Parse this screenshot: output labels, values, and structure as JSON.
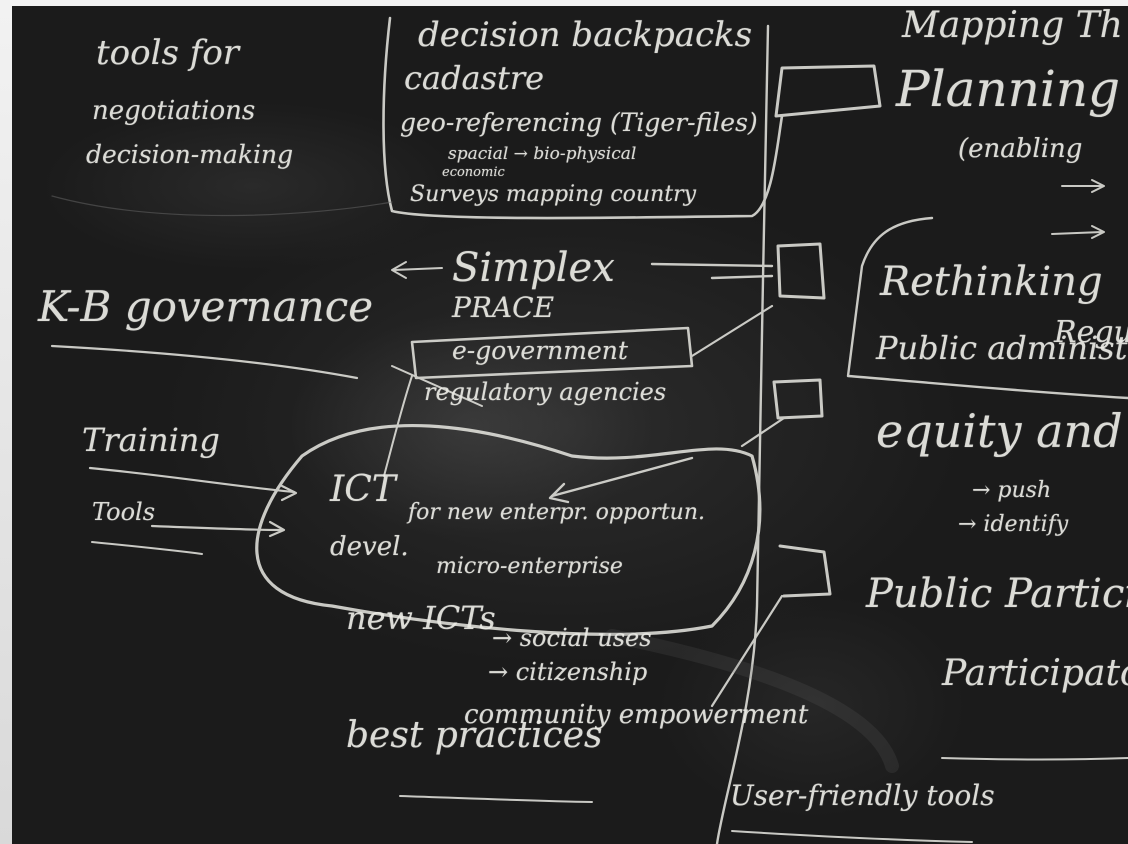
{
  "board": {
    "left_notes": {
      "tools_for": "tools for",
      "negotiation": "negotiations",
      "decision_making": "decision-making"
    },
    "top_box": {
      "decision_backpacks": "decision backpacks",
      "cadastre": "cadastre",
      "geo_referencing": "geo-referencing (Tiger-files)",
      "spacial_bio": "spacial → bio-physical",
      "economic": "economic",
      "surveys": "Surveys mapping country"
    },
    "k_b_governance": "K-B governance",
    "simplex": "Simplex",
    "prace": "PRACE",
    "e_government": "e-government",
    "regulatory_agencies": "regulatory agencies",
    "training": "Training",
    "tools": "Tools",
    "ict": "ICT",
    "ict_line1": "for new enterpr. opportun.",
    "devel": "devel.",
    "micro_enterprise": "micro-enterprise",
    "new_icts": "new ICTs",
    "social_uses": "→ social uses",
    "citizenship": "→ citizenship",
    "community_empowerment": "community empowerment",
    "best_practices": "best practices",
    "user_friendly_tools": "User-friendly tools",
    "right": {
      "mapping_the": "Mapping Th",
      "planning": "Planning",
      "enabling": "(enabling",
      "rethinking": "Rethinking",
      "regul": "Regul",
      "public_administration": "Public administra",
      "equity_and": "equity and",
      "push": "→ push",
      "identify": "→ identify",
      "public_particip": "Public Particip",
      "participatory": "Participatory"
    },
    "colors": {
      "chalk": "#ecece6",
      "board": "#1e1e1e"
    }
  }
}
